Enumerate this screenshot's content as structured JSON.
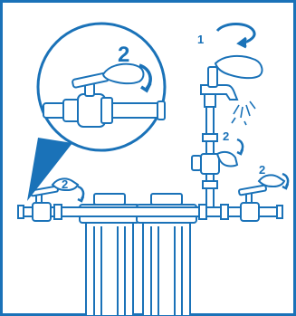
{
  "colors": {
    "frame": "#1a72b8",
    "line": "#1a72b8",
    "fill": "#ffffff",
    "accent": "#1a72b8"
  },
  "callouts": {
    "step_faucet_turn": "1",
    "step_zoom": "2",
    "step_riser_valve": "2",
    "step_left_valve": "2",
    "step_right_valve": "2"
  },
  "icons": {
    "rotate_arrow": "rotate-arrow-icon",
    "curved_arrow": "curved-arrow-icon",
    "water_spray": "water-spray-icon",
    "hand": "hand-icon"
  }
}
